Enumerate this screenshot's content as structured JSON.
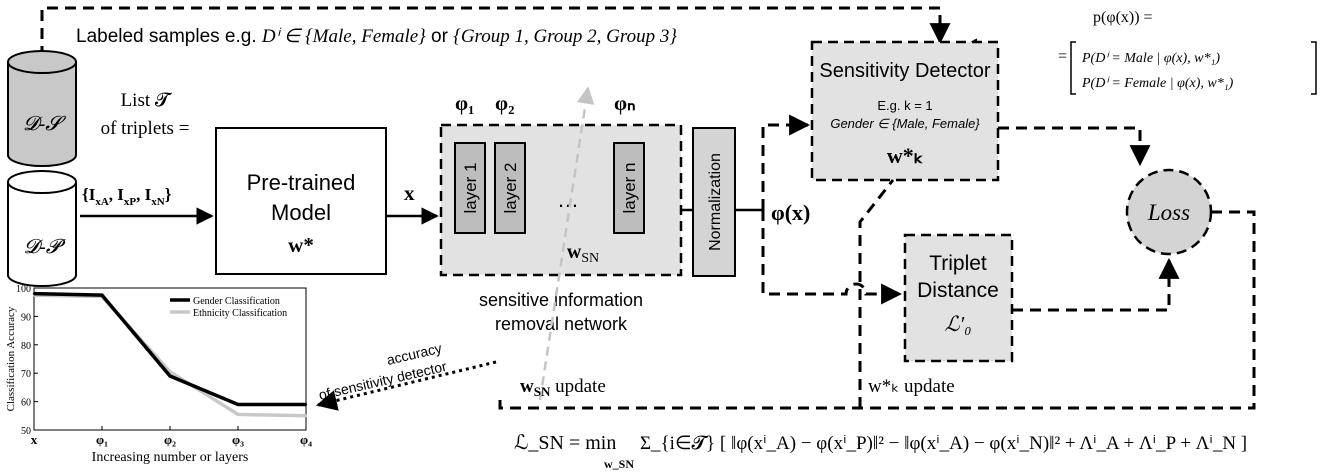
{
  "top_label": {
    "prefix": "Labeled samples e.g. ",
    "set_math": "Dⁱ ∈ {Male, Female}",
    "middle": " or ",
    "groups": "{Group 1, Group 2, Group 3}"
  },
  "datasets": {
    "sensitive": "𝓓-𝓢",
    "primary": "𝓓-𝓟"
  },
  "triplet_list": {
    "line1": "List 𝓣",
    "line2": "of triplets =",
    "line3": "{I",
    "a": "xA",
    "p": "xP",
    "n": "xN"
  },
  "pretrained": {
    "line1": "Pre-trained",
    "line2": "Model",
    "weight": "w*"
  },
  "x_label": "x",
  "phi_labels": [
    "φ₁",
    "φ₂",
    "φₙ"
  ],
  "sin": {
    "layers": [
      "layer 1",
      "layer 2",
      "layer n"
    ],
    "ellipsis": "…",
    "weight": "w_SN",
    "caption1": "sensitive information",
    "caption2": "removal network"
  },
  "normalization": "Normalization",
  "phi_x": "φ(x)",
  "detector": {
    "title": "Sensitivity Detector",
    "eg": "E.g. k = 1",
    "gender": "Gender ∈ {Male, Female}",
    "weight": "w*ₖ"
  },
  "prob": {
    "lhs": "p(φ(x)) =",
    "row1": "P(Dⁱ = Male | φ(x), w*₁)",
    "row2": "P(Dⁱ = Female | φ(x), w*₁)",
    "eq": "="
  },
  "loss": "Loss",
  "triplet": {
    "line1": "Triplet",
    "line2": "Distance",
    "sym": "ℒ′₀"
  },
  "updates": {
    "sn": "w_SN update",
    "k": "w*ₖ update"
  },
  "accuracy_caption": {
    "line1": "accuracy",
    "line2": "of sensitivity detector"
  },
  "formula": {
    "lhs": "ℒ_SN = min",
    "sub": "w_SN",
    "rhs": "Σ_{i∈𝓣} [ ‖φ(xⁱ_A) − φ(xⁱ_P)‖² − ‖φ(xⁱ_A) − φ(xⁱ_N)‖² + Λⁱ_A + Λⁱ_P + Λⁱ_N ]"
  },
  "colors": {
    "box_fill": "#e2e2e2",
    "layer_fill": "#bdbdbd",
    "db_fill": "#c8c8c8",
    "gender_line": "#000000",
    "ethnicity_line": "#c8c8c8",
    "dashed_gray": "#c4c4c4"
  },
  "chart_data": {
    "type": "line",
    "categories": [
      "x",
      "φ₁",
      "φ₂",
      "φ₃",
      "φ₄"
    ],
    "series": [
      {
        "name": "Gender Classification",
        "values": [
          98,
          97.5,
          69,
          59,
          59
        ],
        "color": "#000000"
      },
      {
        "name": "Ethnicity Classification",
        "values": [
          97.5,
          97,
          70.5,
          55.5,
          55
        ],
        "color": "#c8c8c8"
      }
    ],
    "title": "",
    "xlabel": "Increasing number or layers",
    "ylabel": "Classification Accuracy",
    "ylim": [
      50,
      100
    ],
    "yticks": [
      50,
      60,
      70,
      80,
      90,
      100
    ],
    "grid": false,
    "legend": "top-right"
  }
}
